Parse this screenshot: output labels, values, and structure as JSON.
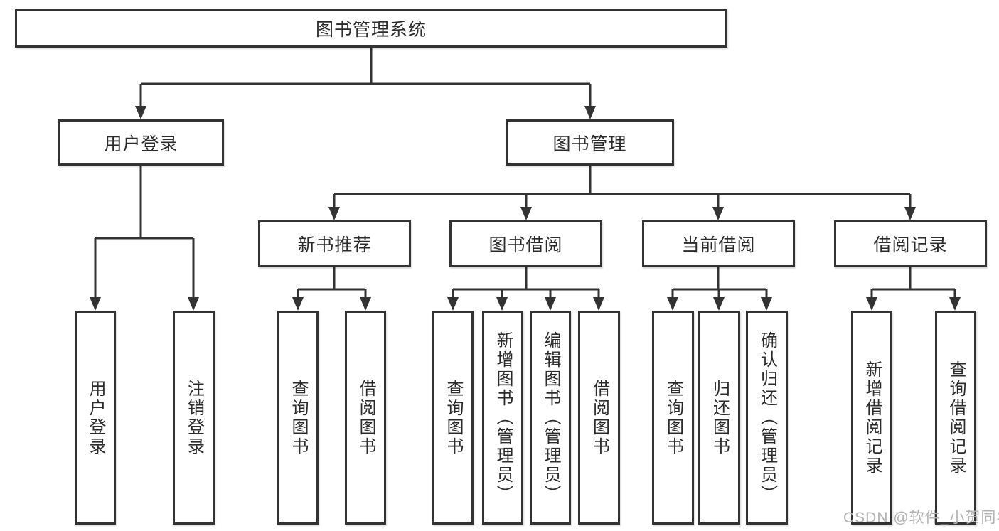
{
  "diagram": {
    "root": {
      "label": "图书管理系统"
    },
    "level2": [
      {
        "label": "用户登录"
      },
      {
        "label": "图书管理"
      }
    ],
    "level3": [
      {
        "label": "新书推荐"
      },
      {
        "label": "图书借阅"
      },
      {
        "label": "当前借阅"
      },
      {
        "label": "借阅记录"
      }
    ],
    "leaves": {
      "user_login": [
        "用户登录",
        "注销登录"
      ],
      "new_books": [
        "查询图书",
        "借阅图书"
      ],
      "book_borrow": [
        "查询图书",
        "新增图书（管理员）",
        "编辑图书（管理员）",
        "借阅图书"
      ],
      "current_borrow": [
        "查询图书",
        "归还图书",
        "确认归还（管理员）"
      ],
      "borrow_records": [
        "新增借阅记录",
        "查询借阅记录"
      ]
    },
    "watermark": "CSDN @软件_小贺同学",
    "colors": {
      "line": "#333333",
      "box_border": "#333333",
      "text": "#2b2b2b",
      "watermark": "#b3b3b3"
    }
  }
}
